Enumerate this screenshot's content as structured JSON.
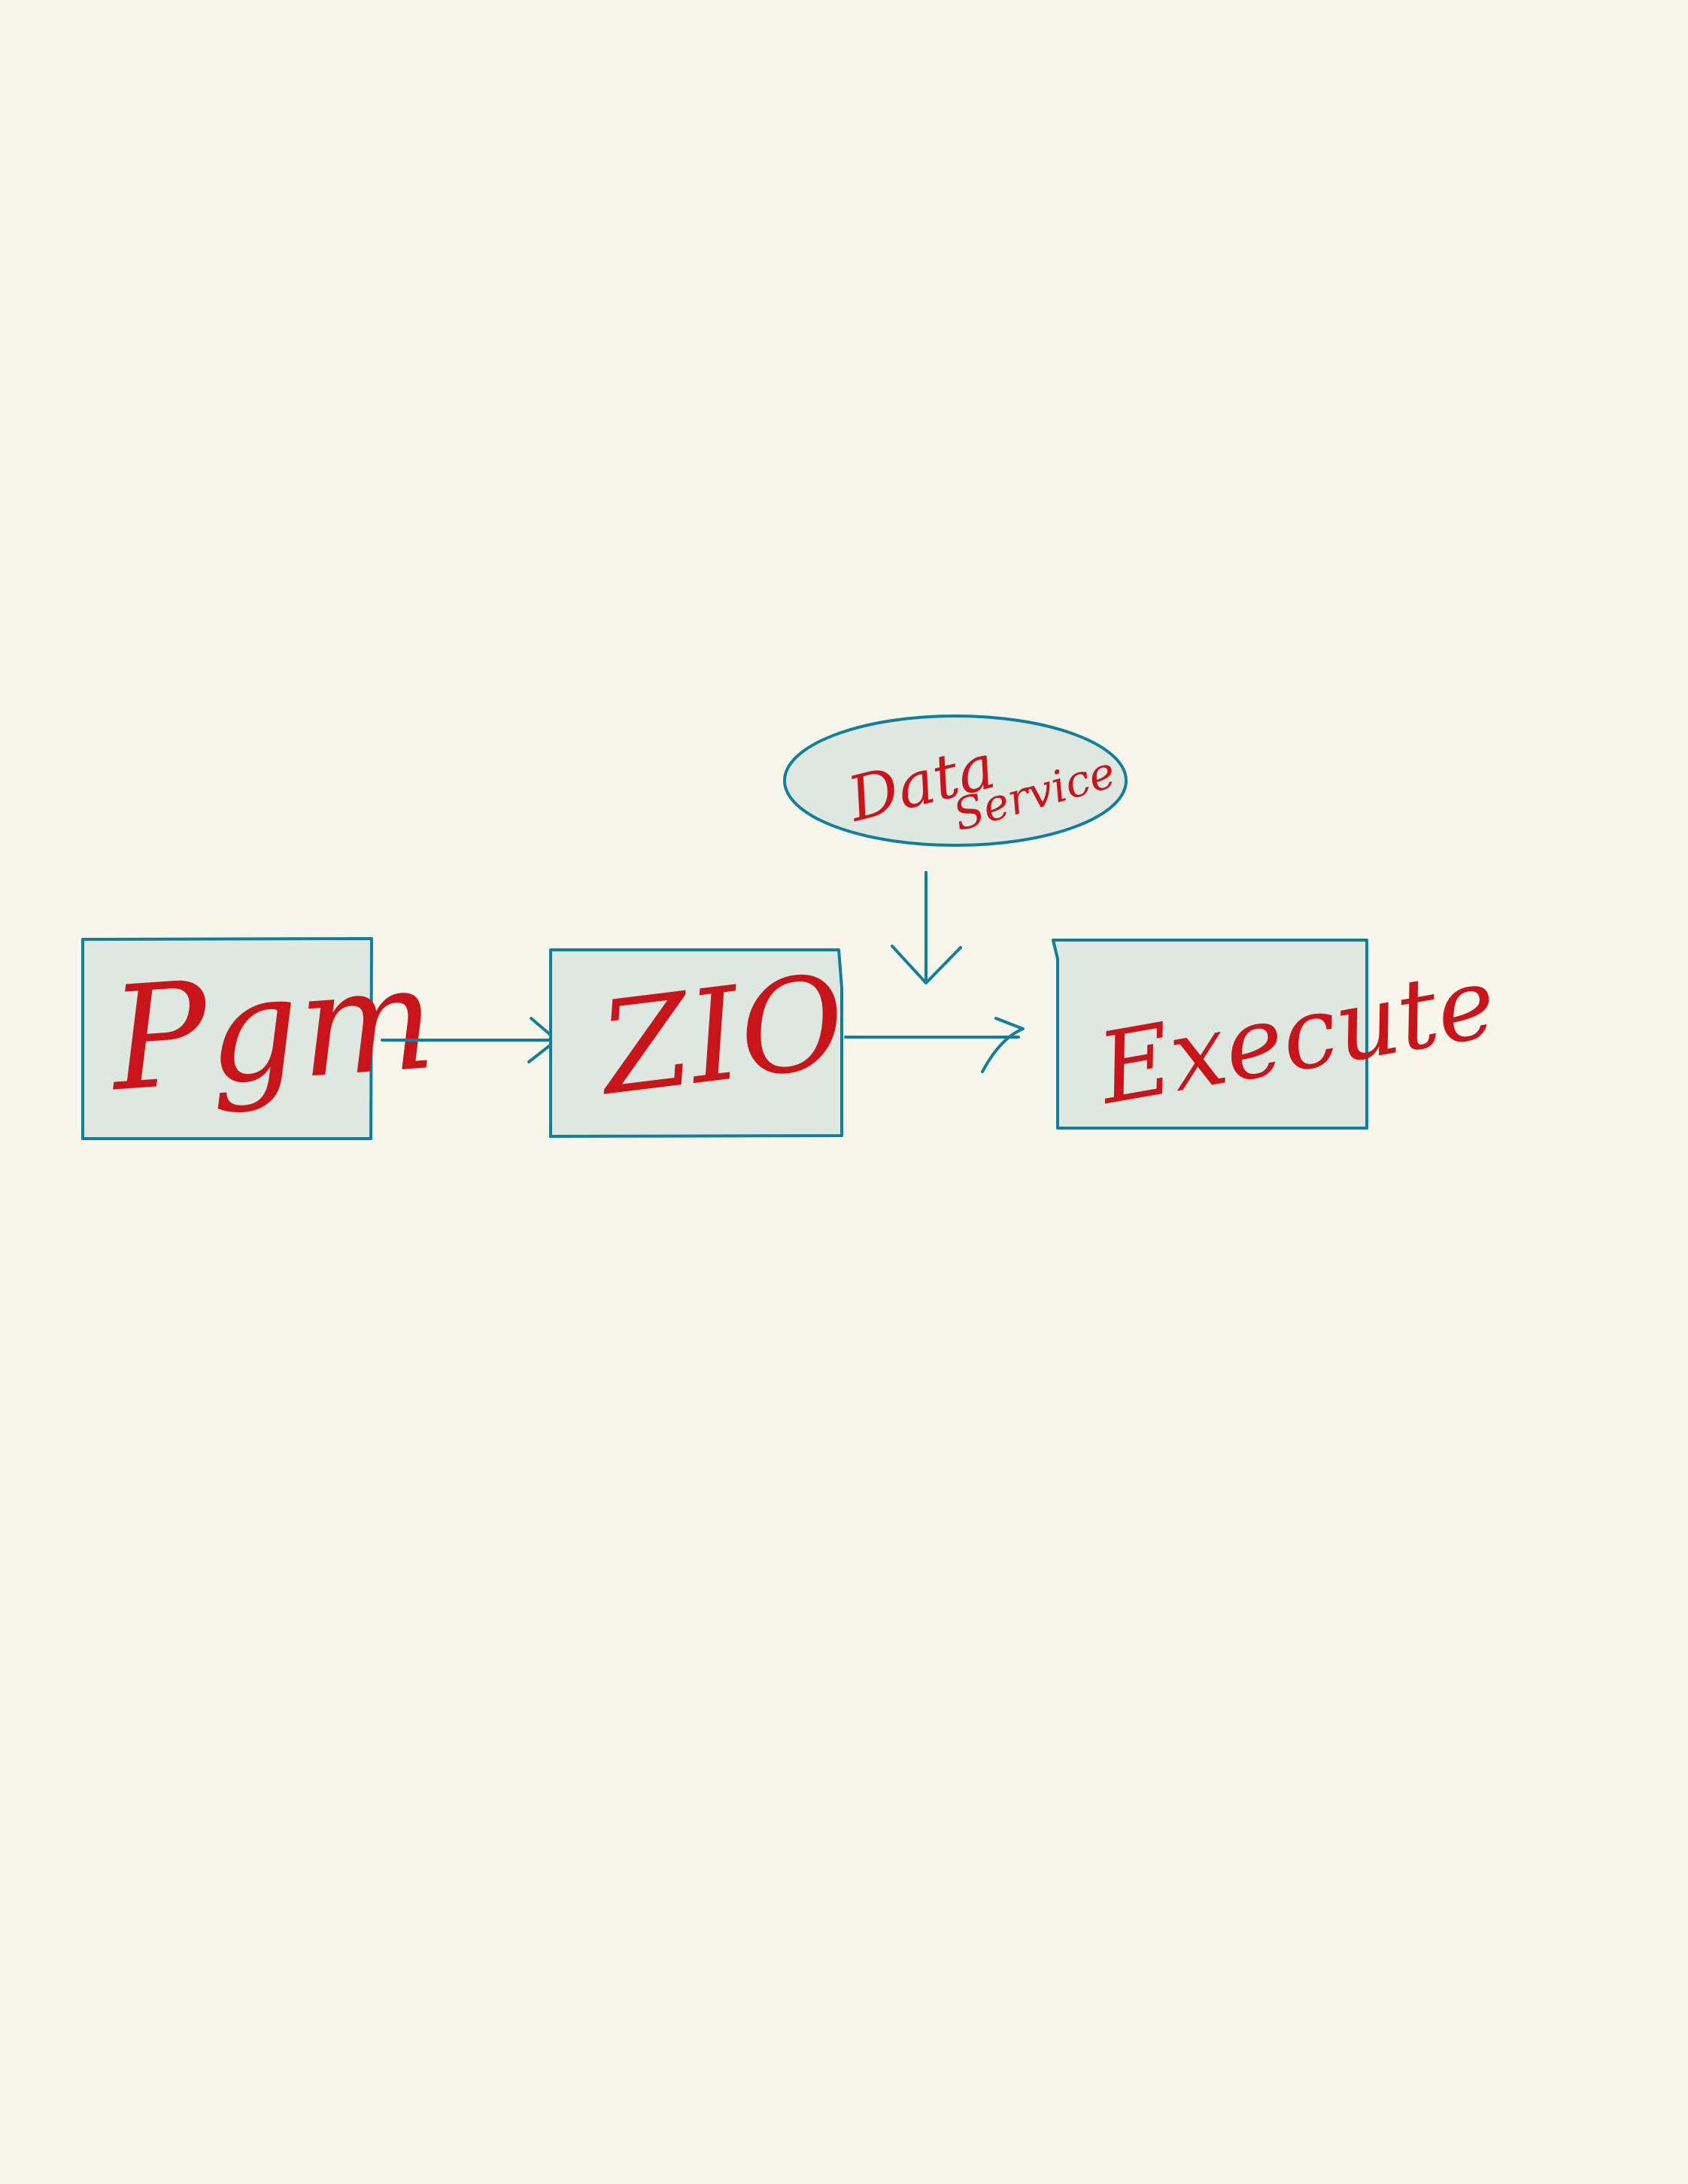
{
  "diagram": {
    "nodes": [
      {
        "id": "pgm",
        "label": "Pgm",
        "shape": "rectangle"
      },
      {
        "id": "zio",
        "label": "ZIO",
        "shape": "rectangle"
      },
      {
        "id": "execute",
        "label": "Execute",
        "shape": "rectangle"
      },
      {
        "id": "data-service",
        "label_line1": "Data",
        "label_line2": "Service",
        "shape": "ellipse"
      }
    ],
    "edges": [
      {
        "from": "pgm",
        "to": "zio"
      },
      {
        "from": "zio",
        "to": "execute"
      },
      {
        "from": "data-service",
        "to": "zio-execute-edge"
      }
    ]
  },
  "colors": {
    "background": "#f8f6ea",
    "shape_stroke": "#127e9e",
    "shape_fill": "#dfe7e1",
    "text": "#c8141a"
  }
}
